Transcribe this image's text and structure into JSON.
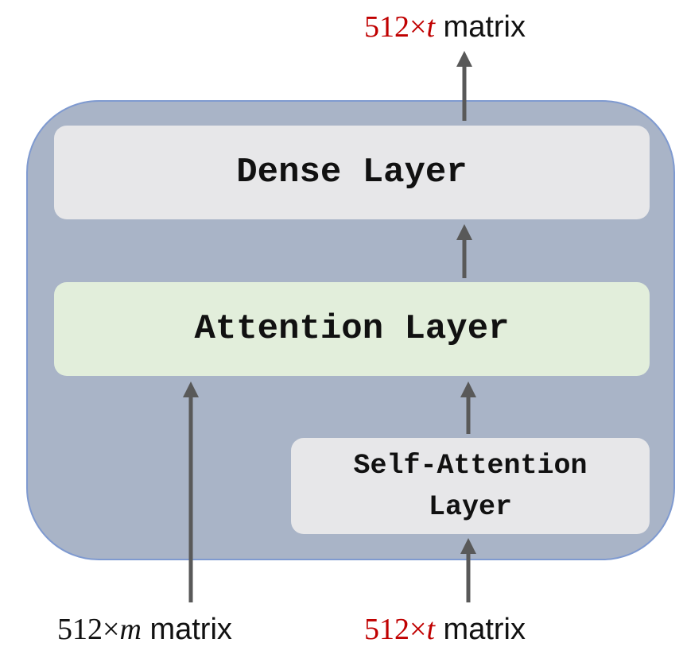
{
  "diagram": {
    "colors": {
      "container_fill": "#a9b4c7",
      "container_border": "#7f9ad0",
      "dense_fill": "#e7e7e9",
      "attention_fill": "#e2eedb",
      "self_attention_fill": "#e7e7e9",
      "arrow": "#595959",
      "accent_text": "#c00000"
    },
    "nodes": {
      "dense": {
        "label": "Dense Layer"
      },
      "attention": {
        "label": "Attention Layer"
      },
      "self_attention": {
        "label_line1": "Self-Attention",
        "label_line2": "Layer"
      }
    },
    "io_labels": {
      "output_top": {
        "dim": "512×",
        "var": "t",
        "suffix": " matrix"
      },
      "input_left": {
        "dim": "512×",
        "var": "m",
        "suffix": " matrix"
      },
      "input_right": {
        "dim": "512×",
        "var": "t",
        "suffix": " matrix"
      }
    }
  }
}
